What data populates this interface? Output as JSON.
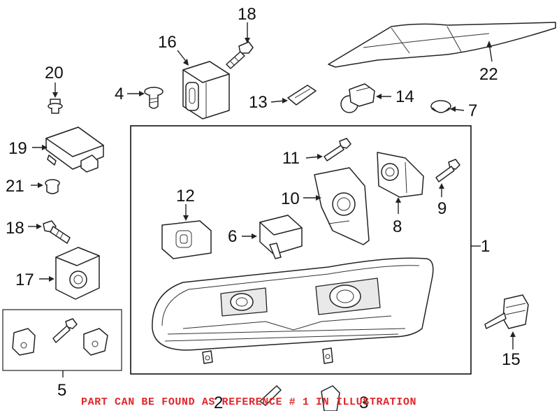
{
  "callouts": {
    "c1": "1",
    "c2": "2",
    "c3": "3",
    "c4": "4",
    "c5": "5",
    "c6": "6",
    "c7": "7",
    "c8": "8",
    "c9": "9",
    "c10": "10",
    "c11": "11",
    "c12": "12",
    "c13": "13",
    "c14": "14",
    "c15": "15",
    "c16": "16",
    "c17": "17",
    "c18_top": "18",
    "c18_left": "18",
    "c19": "19",
    "c20": "20",
    "c21": "21",
    "c22": "22"
  },
  "notice": "PART CAN BE FOUND AS REFERENCE # 1 IN ILLUSTRATION",
  "colors": {
    "notice": "#e0262a",
    "ink": "#222222"
  }
}
